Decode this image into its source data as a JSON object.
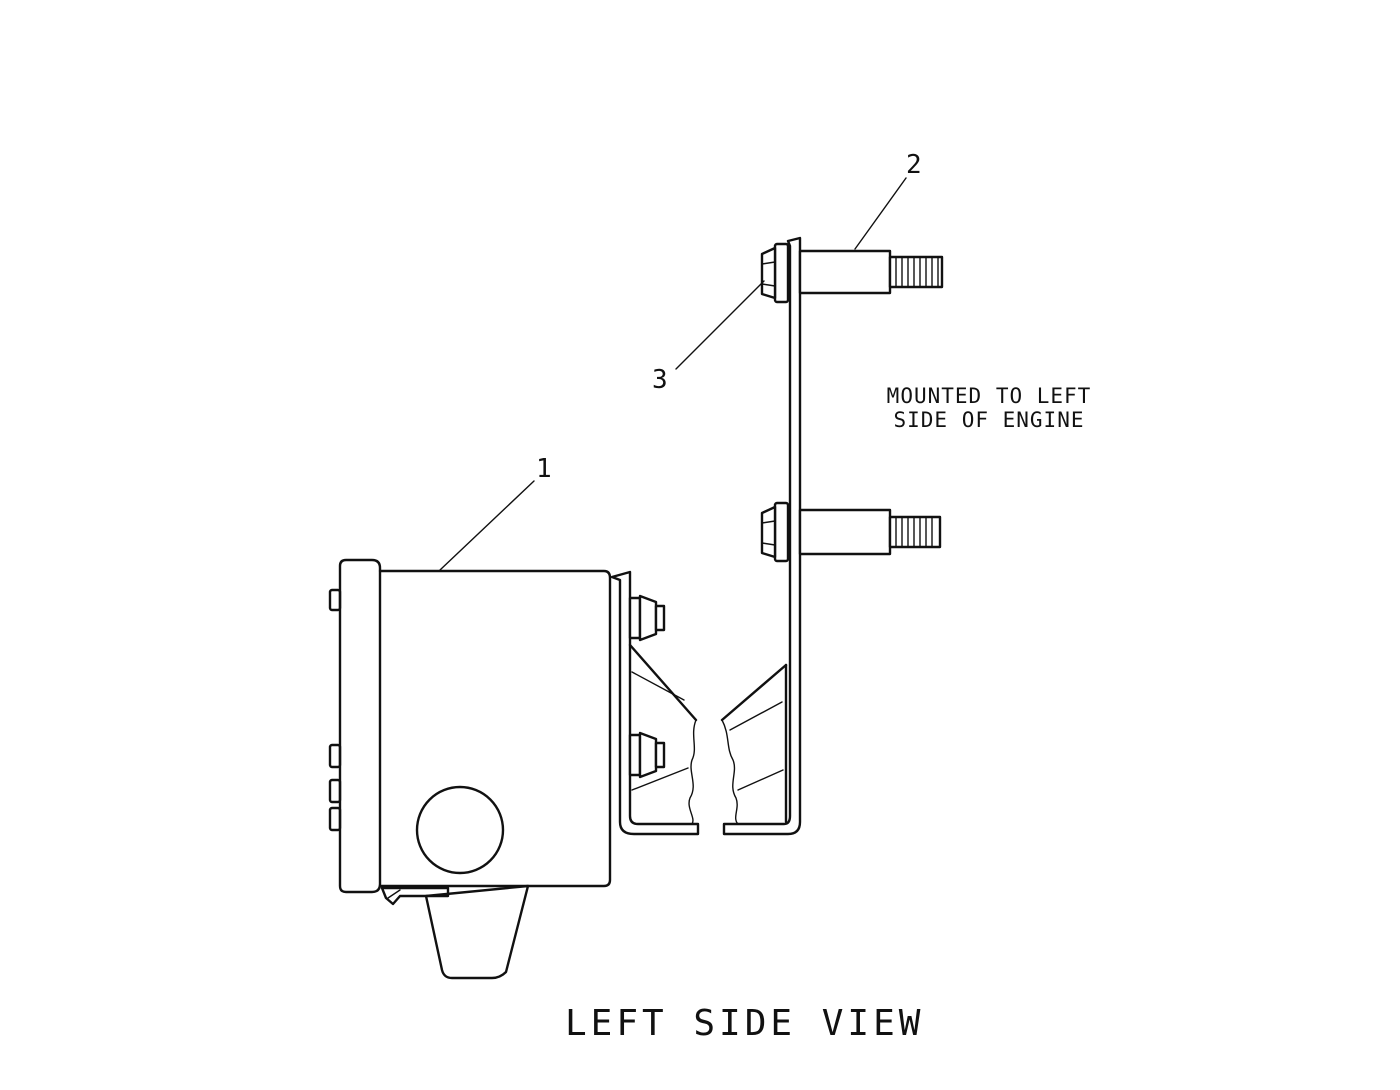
{
  "callouts": {
    "part_1": "1",
    "part_2": "2",
    "part_3": "3"
  },
  "note": {
    "line_1": "MOUNTED TO LEFT",
    "line_2": "SIDE OF ENGINE"
  },
  "caption": "LEFT SIDE VIEW"
}
